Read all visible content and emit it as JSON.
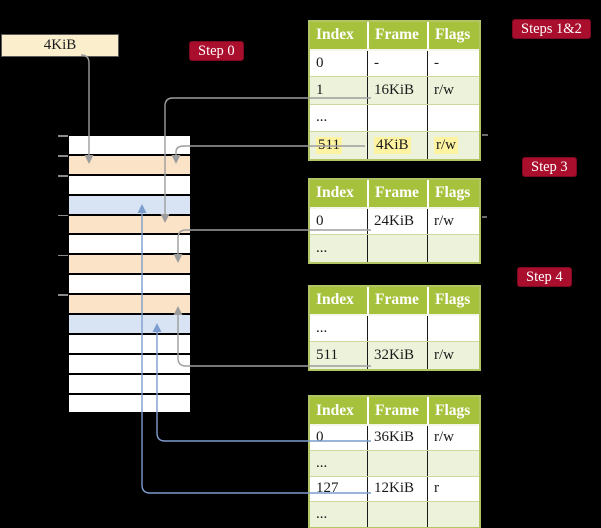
{
  "page": {
    "background": "#000000"
  },
  "colors": {
    "page_bg": "#000000",
    "table_header_bg": "#a6c13c",
    "table_header_text": "#ffffff",
    "table_row_alt_bg": "#edf2db",
    "table_border": "#b2c565",
    "cell_divider": "#1a1a1a",
    "highlight_bg": "#fdf3a0",
    "frame_box_bg": "#faeecd",
    "page_table_frame_bg": "#fbe3c8",
    "mapped_frame_bg": "#d8e4f4",
    "free_frame_bg": "#ffffff",
    "label_bg": "#a90e2d",
    "label_text": "#ffffff",
    "gray_arrow": "#9d9d9d",
    "blue_arrow": "#7d9cce"
  },
  "frame_size_box": {
    "label": "4KiB"
  },
  "step_labels": {
    "step0": "Step 0",
    "steps12": "Steps 1&2",
    "step3": "Step 3",
    "step4": "Step 4"
  },
  "memory_strip": {
    "rows": [
      {
        "kind": "free"
      },
      {
        "kind": "page-table"
      },
      {
        "kind": "free"
      },
      {
        "kind": "mapped"
      },
      {
        "kind": "page-table"
      },
      {
        "kind": "free"
      },
      {
        "kind": "page-table"
      },
      {
        "kind": "free"
      },
      {
        "kind": "page-table"
      },
      {
        "kind": "mapped"
      },
      {
        "kind": "free"
      },
      {
        "kind": "free"
      },
      {
        "kind": "free"
      },
      {
        "kind": "free"
      }
    ],
    "tick_row_indexes": [
      0,
      1,
      2,
      4,
      6,
      8
    ]
  },
  "tables": [
    {
      "headers": [
        "Index",
        "Frame",
        "Flags"
      ],
      "rows": [
        [
          "0",
          "-",
          "-"
        ],
        [
          "1",
          "16KiB",
          "r/w"
        ],
        [
          "...",
          "",
          ""
        ],
        [
          "511",
          "4KiB",
          "r/w"
        ]
      ],
      "highlight_row": 3
    },
    {
      "headers": [
        "Index",
        "Frame",
        "Flags"
      ],
      "rows": [
        [
          "0",
          "24KiB",
          "r/w"
        ],
        [
          "...",
          "",
          ""
        ]
      ],
      "highlight_row": -1
    },
    {
      "headers": [
        "Index",
        "Frame",
        "Flags"
      ],
      "rows": [
        [
          "...",
          "",
          ""
        ],
        [
          "511",
          "32KiB",
          "r/w"
        ]
      ],
      "highlight_row": -1
    },
    {
      "headers": [
        "Index",
        "Frame",
        "Flags"
      ],
      "rows": [
        [
          "0",
          "36KiB",
          "r/w"
        ],
        [
          "...",
          "",
          ""
        ],
        [
          "127",
          "12KiB",
          "r"
        ],
        [
          "...",
          "",
          ""
        ]
      ],
      "highlight_row": -1
    }
  ],
  "connectors": [
    {
      "from": "frame-size-box",
      "to": "memory-row-4KiB",
      "color": "#9d9d9d"
    },
    {
      "from": "table-1-row-1-frame-16KiB",
      "to": "memory-row-16KiB",
      "color": "#9d9d9d"
    },
    {
      "from": "table-1-row-511-frame-4KiB",
      "to": "memory-row-4KiB",
      "color": "#9d9d9d"
    },
    {
      "from": "table-2-row-0-frame-24KiB",
      "to": "memory-row-24KiB",
      "color": "#9d9d9d"
    },
    {
      "from": "table-3-row-511-frame-32KiB",
      "to": "memory-row-32KiB",
      "color": "#9d9d9d"
    },
    {
      "from": "table-4-row-0-frame-36KiB",
      "to": "memory-row-36KiB",
      "color": "#7d9cce"
    },
    {
      "from": "table-4-row-127-frame-12KiB",
      "to": "memory-row-12KiB",
      "color": "#7d9cce"
    }
  ]
}
